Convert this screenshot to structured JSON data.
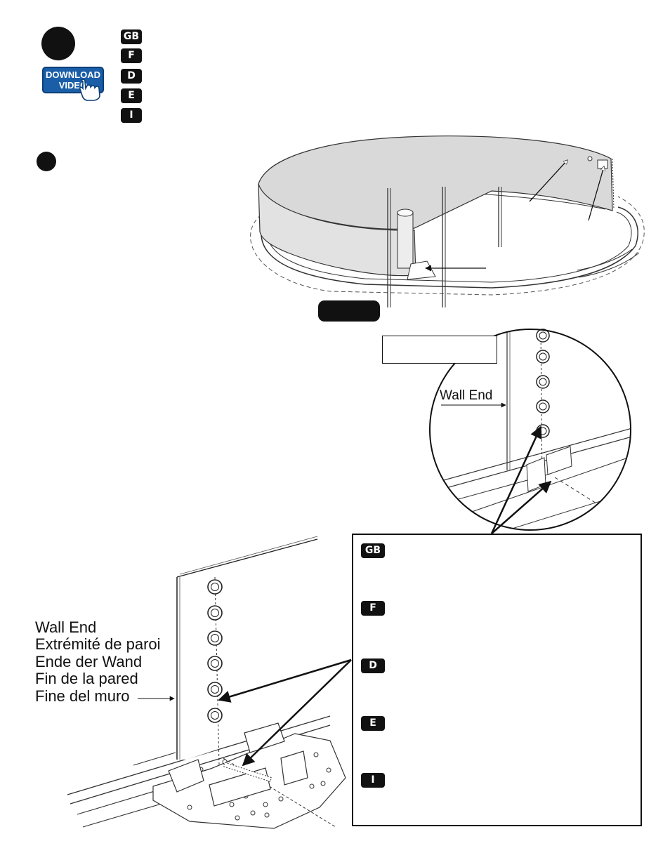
{
  "header": {
    "download_button": {
      "line1": "DOWNLOAD",
      "line2": "VIDEO"
    },
    "languages": [
      "GB",
      "F",
      "D",
      "E",
      "I"
    ]
  },
  "detail_callout": {
    "wall_end_label": "Wall End"
  },
  "main_illustration": {
    "wall_end_labels": [
      "Wall End",
      "Extrémité de paroi",
      "Ende der Wand",
      "Fin de la pared",
      "Fine del muro"
    ]
  },
  "instructions_box": {
    "languages": [
      "GB",
      "F",
      "D",
      "E",
      "I"
    ]
  }
}
